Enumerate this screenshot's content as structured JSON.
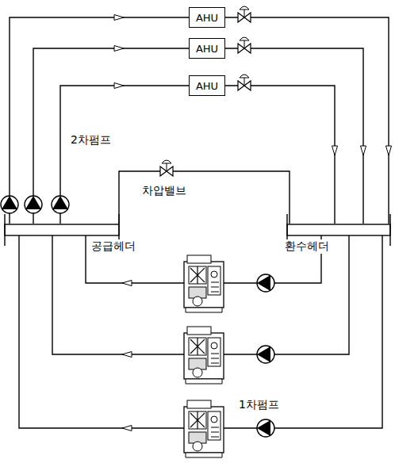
{
  "diagram": {
    "nodes": [
      {
        "text": [
          "AHU"
        ]
      },
      {
        "text": [
          "AHU"
        ]
      },
      {
        "text": [
          "AHU"
        ]
      }
    ],
    "labels": [
      "2차펌프",
      "차압밸브",
      "공급헤더",
      "환수헤더",
      "1차펌프"
    ]
  }
}
